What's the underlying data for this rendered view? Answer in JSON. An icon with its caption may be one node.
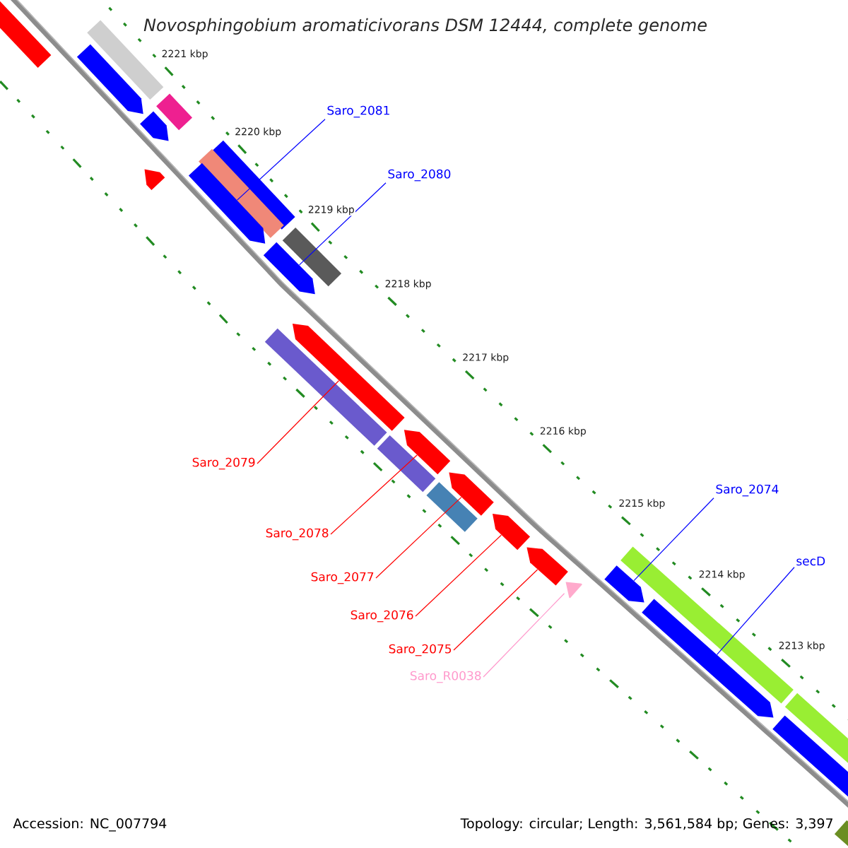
{
  "diagram": {
    "title": "Novosphingobium aromaticivorans DSM 12444, complete genome",
    "nodes": [
      {
        "text": [
          "Saro_2081"
        ]
      },
      {
        "text": [
          "Saro_2080"
        ]
      },
      {
        "text": [
          "Saro_2079"
        ]
      },
      {
        "text": [
          "Saro_2078"
        ]
      },
      {
        "text": [
          "Saro_2077"
        ]
      },
      {
        "text": [
          "Saro_2076"
        ]
      },
      {
        "text": [
          "Saro_2075"
        ]
      },
      {
        "text": [
          "Saro_R0038"
        ]
      },
      {
        "text": [
          "Saro_2074"
        ]
      },
      {
        "text": [
          "secD"
        ]
      },
      {
        "text": [],
        "shape": "box"
      },
      {
        "text": [],
        "shape": "box"
      },
      {
        "text": [],
        "shape": "box"
      },
      {
        "text": [],
        "shape": "box"
      },
      {
        "text": [],
        "shape": "box"
      },
      {
        "text": [],
        "shape": "box"
      },
      {
        "text": [],
        "shape": "box"
      },
      {
        "text": [],
        "shape": "box"
      },
      {
        "text": [],
        "shape": "box"
      },
      {
        "text": [],
        "shape": "box"
      }
    ],
    "edges": [
      {
        "from": 0,
        "to": 10,
        "arrow": "none",
        "color": "#0000ff"
      },
      {
        "from": 1,
        "to": 11,
        "arrow": "none",
        "color": "#0000ff"
      },
      {
        "from": 2,
        "to": 12,
        "arrow": "none"
      },
      {
        "from": 3,
        "to": 13,
        "arrow": "none"
      },
      {
        "from": 4,
        "to": 14,
        "arrow": "none"
      },
      {
        "from": 5,
        "to": 15,
        "arrow": "none"
      },
      {
        "from": 6,
        "to": 16,
        "arrow": "none"
      },
      {
        "from": 7,
        "to": 17,
        "arrow": "none",
        "color": "#ff99cc"
      },
      {
        "from": 8,
        "to": 18,
        "arrow": "none",
        "color": "#0000ff"
      },
      {
        "from": 9,
        "to": 19,
        "arrow": "none",
        "color": "#0000ff"
      }
    ],
    "labels": [
      "2221 kbp",
      "2220 kbp",
      "2219 kbp",
      "2218 kbp",
      "2217 kbp",
      "2216 kbp",
      "2215 kbp",
      "2214 kbp",
      "2213 kbp",
      "Accession: NC_007794",
      "Topology: circular; Length: 3,561,584 bp; Genes: 3,397"
    ]
  }
}
